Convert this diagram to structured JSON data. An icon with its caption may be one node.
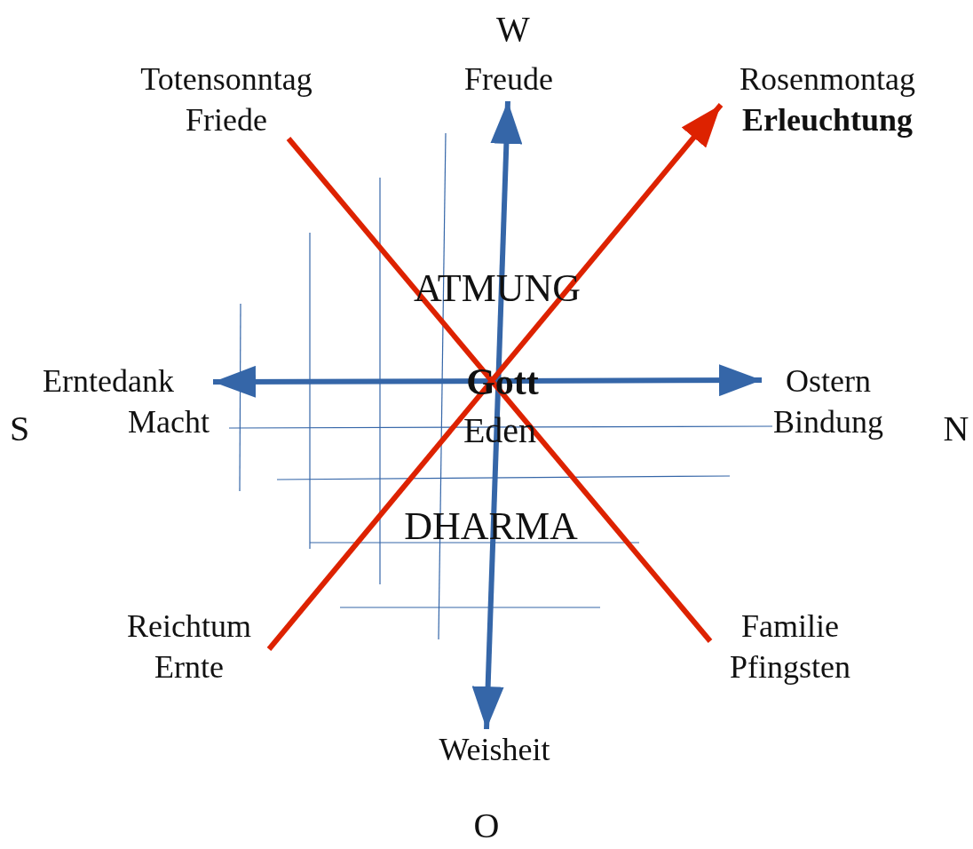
{
  "diagram": {
    "nodes": [
      {
        "text": [
          "Totensonntag",
          "Friede"
        ]
      },
      {
        "text": [
          "Freude"
        ]
      },
      {
        "text": [
          "Rosenmontag",
          "Erleuchtung"
        ]
      },
      {
        "text": [
          "Erntedank",
          "Macht"
        ]
      },
      {
        "text": [
          "Ostern",
          "Bindung"
        ]
      },
      {
        "text": [
          "Reichtum",
          "Ernte"
        ]
      },
      {
        "text": [
          "Weisheit"
        ]
      },
      {
        "text": [
          "Familie",
          "Pfingsten"
        ]
      }
    ],
    "edges": [
      {
        "from": 6,
        "to": 1,
        "arrow": "both",
        "color": "#3566a8"
      },
      {
        "from": 3,
        "to": 4,
        "arrow": "both",
        "color": "#3566a8"
      },
      {
        "from": 0,
        "to": 7,
        "arrow": "none",
        "color": "#dd2200"
      },
      {
        "from": 5,
        "to": 2,
        "arrow": "to",
        "color": "#dd2200"
      }
    ],
    "labels": [
      "W",
      "ATMUNG",
      "Gott",
      "S",
      "Eden",
      "N",
      "DHARMA",
      "O"
    ]
  }
}
